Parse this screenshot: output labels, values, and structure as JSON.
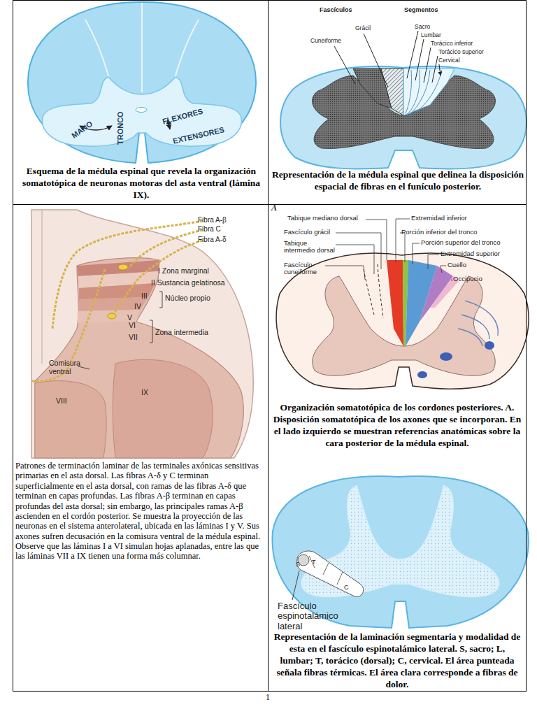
{
  "diagram": {
    "nodes": [
      {
        "text": [
          "Esquema de la médula espinal que revela la organización somatotópica de neuronas motoras del asta ventral (lámina IX)."
        ]
      },
      {
        "text": [
          "Representación de la médula espinal que delinea la disposición espacial de fibras en el funículo posterior."
        ]
      },
      {
        "text": [
          "Patrones de terminación laminar de las terminales axónicas sensitivas primarias en el asta dorsal. Las fibras A-δ y C terminan superficialmente en el asta dorsal, con ramas de las fibras A-δ que terminan en capas profundas. Las fibras A-β terminan en capas profundas del asta dorsal; sin embargo, las principales ramas A-β ascienden en el cordón posterior. Se muestra la proyección de las neuronas en el sistema anterolateral, ubicada en las láminas I y V. Sus axones sufren decusación en la comisura ventral de la médula espinal. Observe que las láminas I a VI simulan hojas aplanadas, entre las que las láminas VII a IX tienen una forma más columnar."
        ]
      },
      {
        "text": [
          "Organización somatotópica de los cordones posteriores. A. Disposición somatotópica de los axones que se incorporan. En el lado izquierdo se muestran referencias anatómicas sobre la cara posterior de la médula espinal.",
          "Representación de la laminación segmentaria y modalidad de esta en el fascículo espinotalámico lateral. S, sacro; L, lumbar; T, torácico (dorsal); C, cervical. El área punteada señala fibras térmicas. El área clara corresponde a fibras de dolor."
        ]
      }
    ],
    "labels": [
      "MANO",
      "TRONCO",
      "FLEXORES",
      "EXTENSORES",
      "Fascículos",
      "Segmentos",
      "Grácil",
      "Cuneiforme",
      "Sacro",
      "Lumbar",
      "Torácico inferior",
      "Torácico superior",
      "Cervical",
      "Fibra A-β",
      "Fibra C",
      "Fibra A-δ",
      "I Zona marginal",
      "II Sustancia gelatinosa",
      "III",
      "Núcleo propio",
      "IV",
      "V",
      "VI",
      "Zona intermedia",
      "VII",
      "Comisura ventral",
      "VIII",
      "IX",
      "A",
      "Tabique mediano dorsal",
      "Fascículo grácil",
      "Tabique intermedio dorsal",
      "Fascículo cuneiforme",
      "Extremidad inferior",
      "Porción inferior del tronco",
      "Porción superior del tronco",
      "Extremidad superior",
      "Cuello",
      "Occipucio",
      "S",
      "T",
      "C",
      "Fascículo espinotalámico lateral",
      "1"
    ]
  }
}
